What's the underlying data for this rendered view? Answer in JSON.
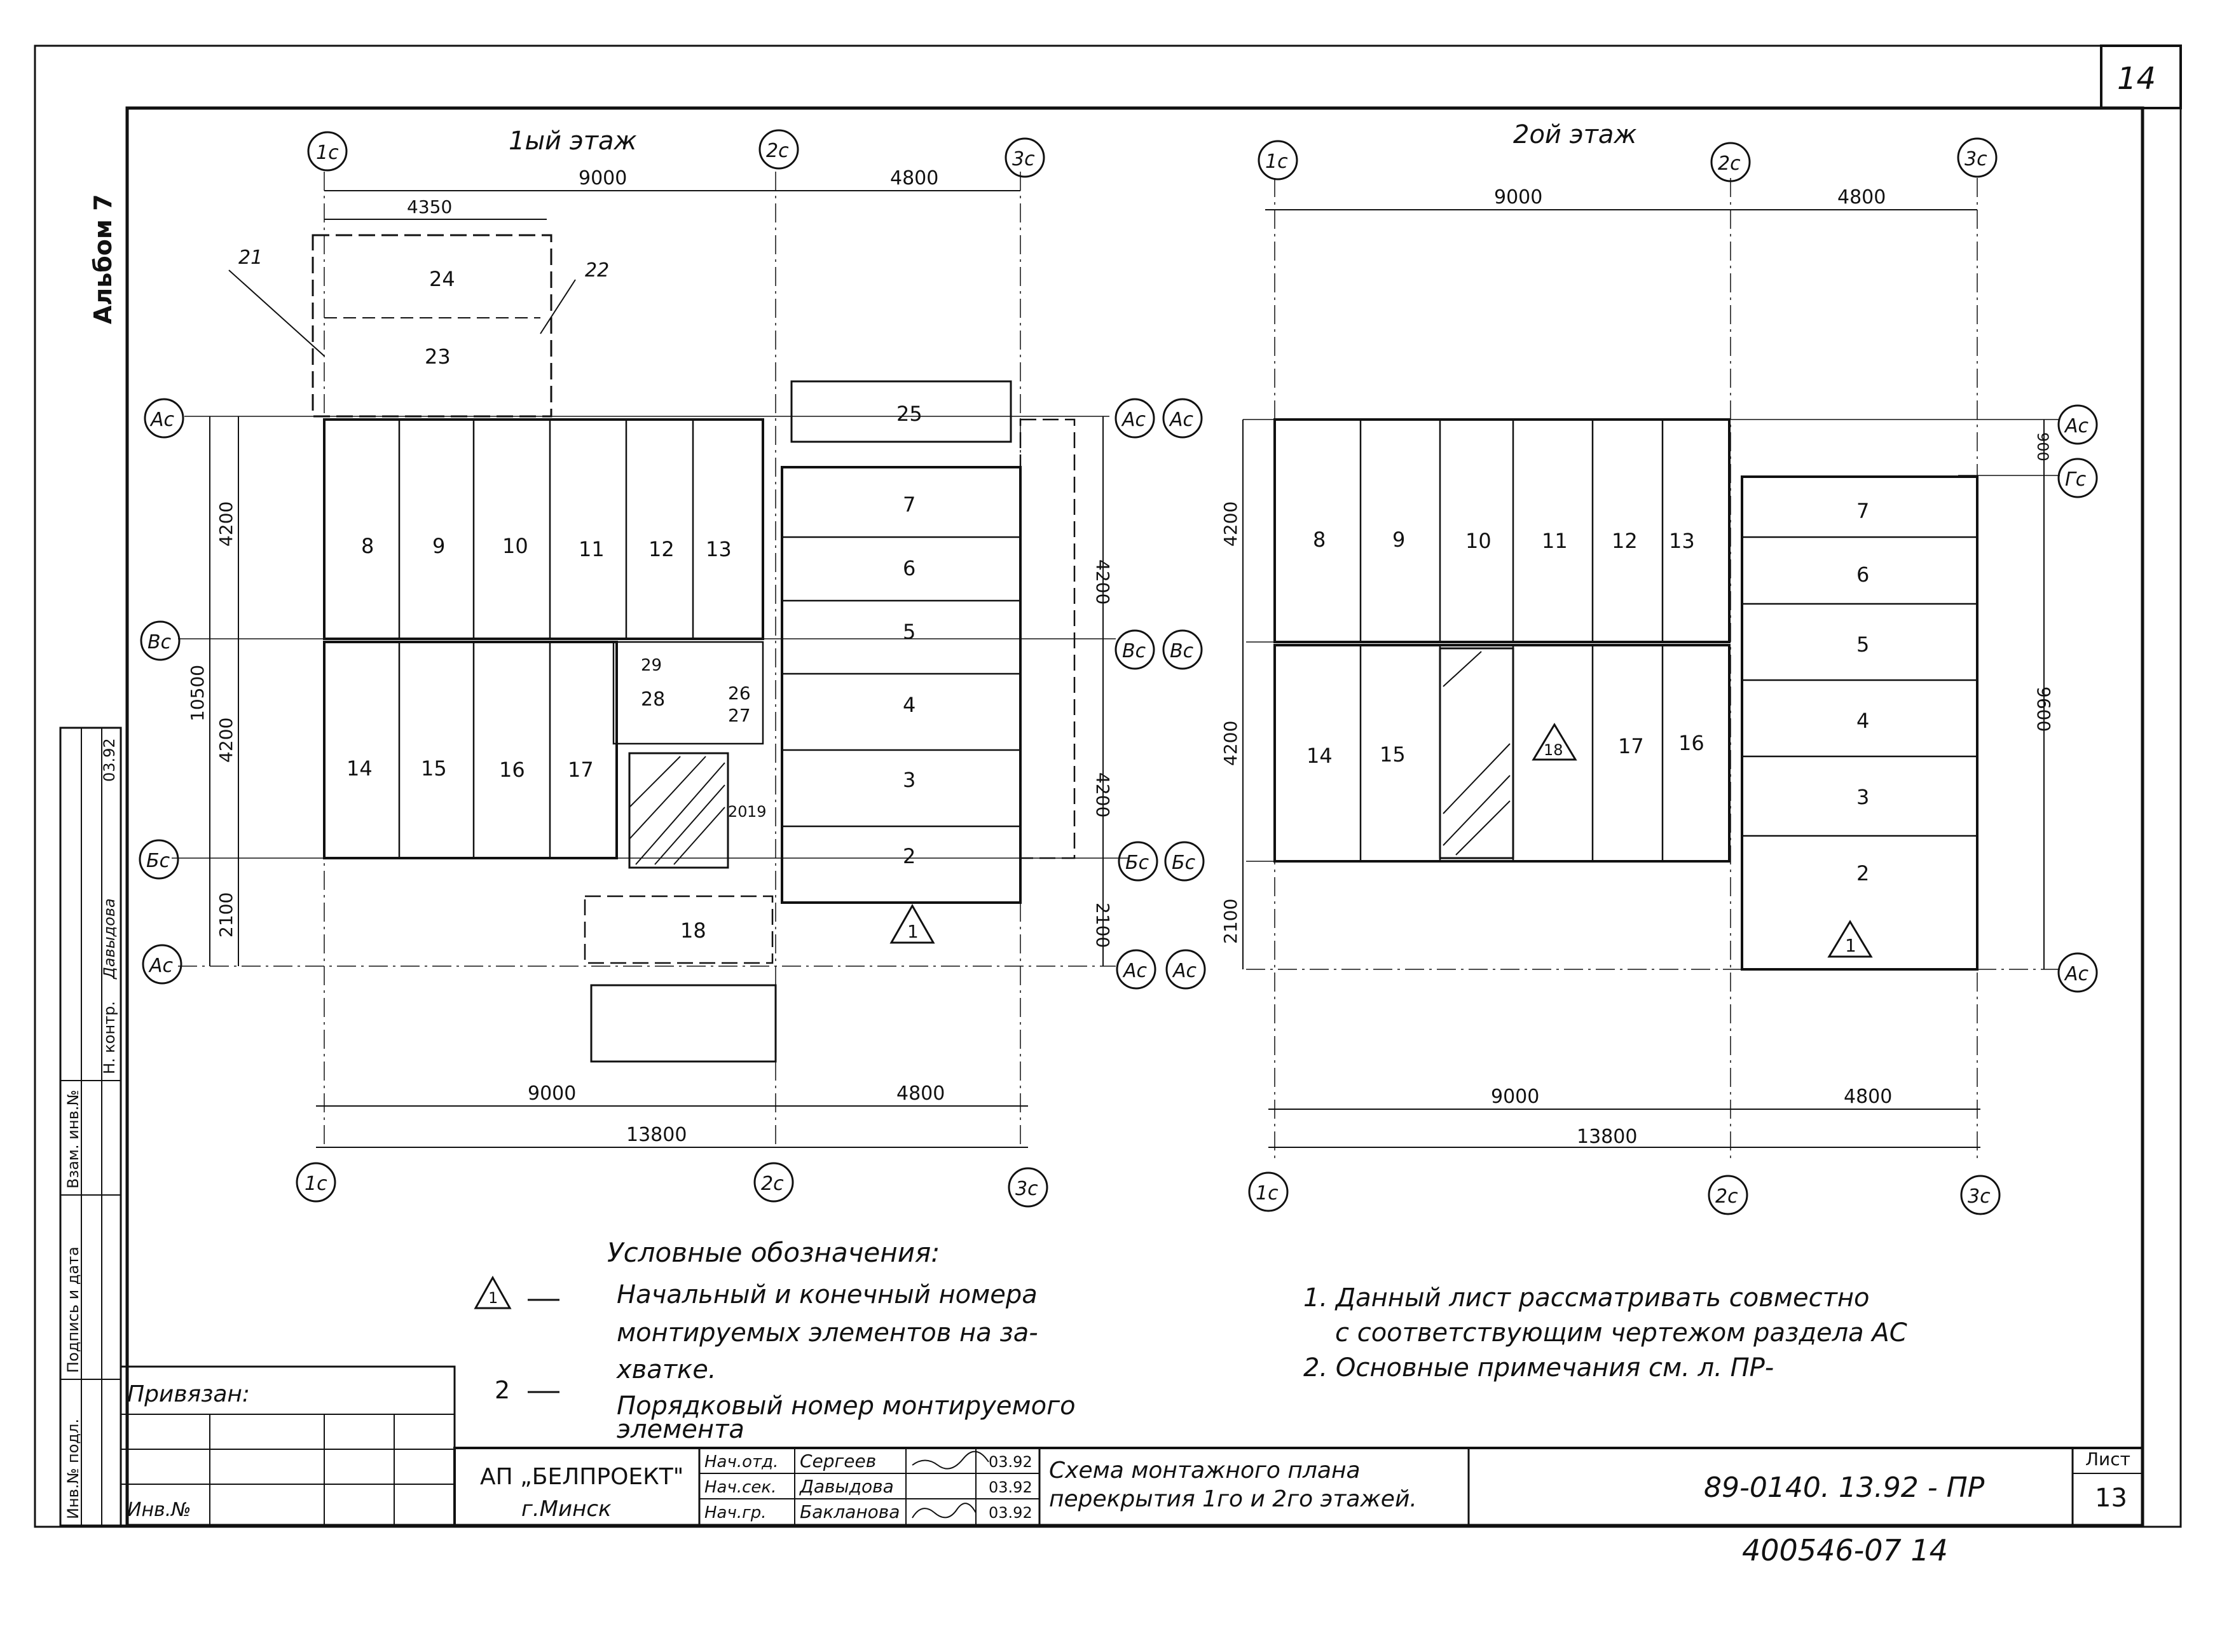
{
  "sheet_corner": "14",
  "album": "Альбом 7",
  "floors": [
    {
      "title": "1ый этаж",
      "axes_x": [
        "1с",
        "2с",
        "3с"
      ],
      "axes_y": [
        "Ас",
        "Вс",
        "Бс",
        "Ас"
      ],
      "dims": {
        "top_9000": "9000",
        "top_4800": "4800",
        "top_4350": "4350",
        "bot_9000": "9000",
        "bot_4800": "4800",
        "bot_13800": "13800",
        "left_4200a": "4200",
        "left_4200b": "4200",
        "left_2100": "2100",
        "left_10500": "10500",
        "right_4200a": "4200",
        "right_4200b": "4200",
        "right_2100": "2100"
      },
      "slabs_top": [
        "8",
        "9",
        "10",
        "11",
        "12",
        "13"
      ],
      "slabs_bottom": [
        "14",
        "15",
        "16",
        "17"
      ],
      "right_column": [
        "7",
        "6",
        "5",
        "4",
        "3",
        "2"
      ],
      "extras": {
        "e21": "21",
        "e22": "22",
        "e23": "23",
        "e24": "24",
        "e25": "25",
        "e18": "18",
        "e26": "26",
        "e27": "27",
        "e28": "28",
        "e29": "29",
        "e20": "20",
        "e19": "19"
      },
      "marker": "1"
    },
    {
      "title": "2ой этаж",
      "axes_x": [
        "1с",
        "2с",
        "3с"
      ],
      "axes_y": [
        "Ас",
        "Вс",
        "Бс",
        "Ас",
        "Гс"
      ],
      "dims": {
        "top_9000": "9000",
        "top_4800": "4800",
        "bot_9000": "9000",
        "bot_4800": "4800",
        "bot_13800": "13800",
        "left_4200a": "4200",
        "left_4200b": "4200",
        "left_2100": "2100",
        "right_900": "900",
        "right_9600": "9600"
      },
      "slabs_top": [
        "8",
        "9",
        "10",
        "11",
        "12",
        "13"
      ],
      "slabs_bottom": [
        "14",
        "15",
        "17",
        "16"
      ],
      "right_column": [
        "7",
        "6",
        "5",
        "4",
        "3",
        "2"
      ],
      "marker_18": "18",
      "marker": "1"
    }
  ],
  "legend": {
    "title": "Условные обозначения:",
    "symbol": "1",
    "item1": [
      "Начальный и конечный номера",
      "монтируемых элементов на за-",
      "хватке."
    ],
    "item2_key": "2",
    "item2": [
      "Порядковый номер монтируемого",
      "элемента"
    ]
  },
  "notes": [
    "1. Данный лист рассматривать совместно",
    "с соответствующим чертежом раздела АС",
    "2. Основные примечания см. л. ПР-"
  ],
  "side_stamp": [
    "Инв.№ подл.",
    "Подпись и дата",
    "Взам. инв.№",
    "Н. контр.",
    "Давыдова",
    "03.92"
  ],
  "bound": "Привязан:",
  "inv": "Инв.№",
  "title_block": {
    "org": "АП „БЕЛПРОЕКТ\"",
    "city": "г.Минск",
    "roles": [
      "Нач.отд.",
      "Нач.сек.",
      "Нач.гр."
    ],
    "names": [
      "Сергеев",
      "Давыдова",
      "Бакланова"
    ],
    "dates": [
      "03.92",
      "03.92",
      "03.92"
    ],
    "title_lines": [
      "Схема монтажного плана",
      "перекрытия 1го и 2го этажей."
    ],
    "code": "89-0140. 13.92 - ПР",
    "sheet_label": "Лист",
    "sheet_num": "13"
  },
  "footer_code": "400546-07   14"
}
